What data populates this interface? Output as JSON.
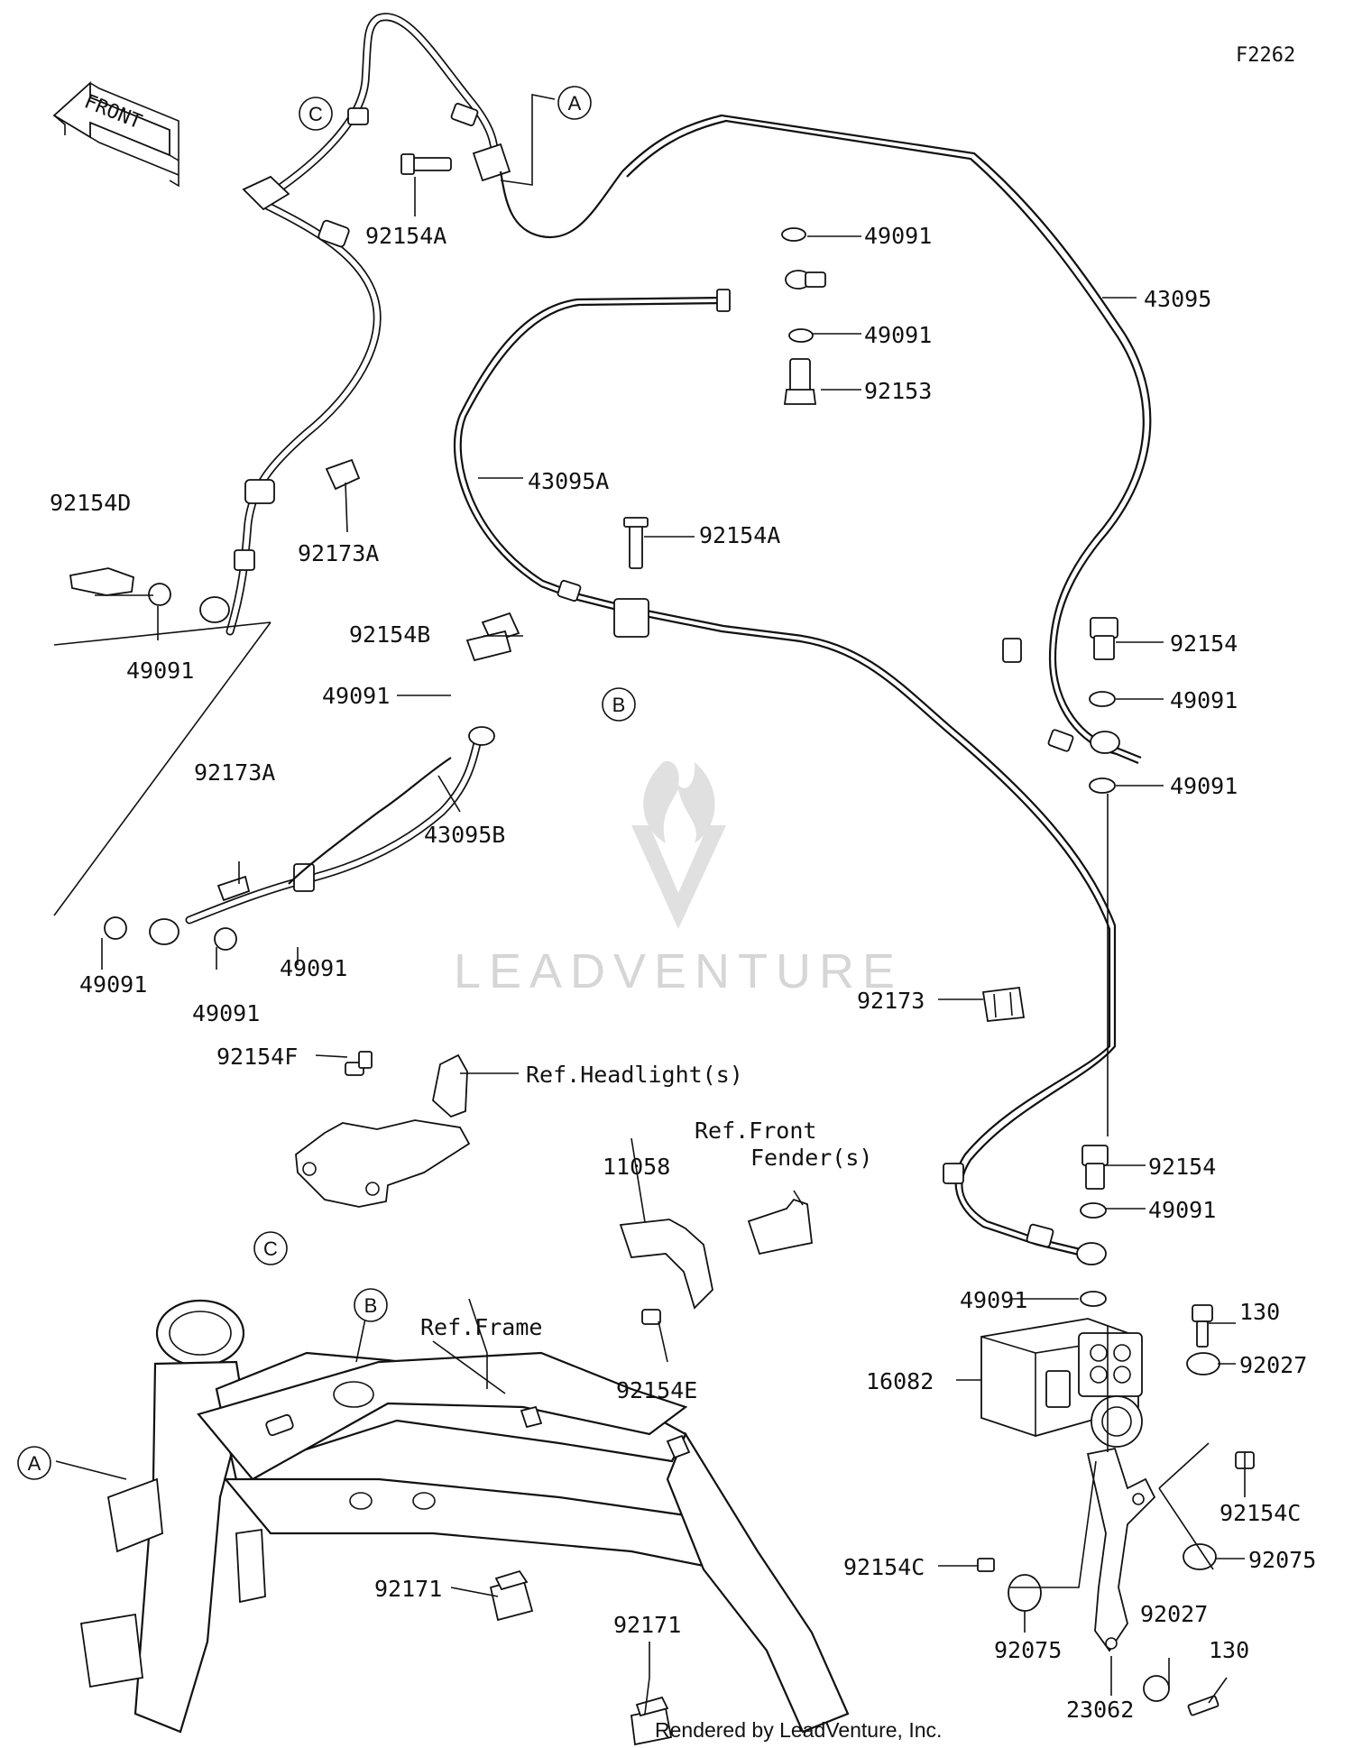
{
  "diagram_code": "F2262",
  "front_label": "FRONT",
  "watermark": "LEADVENTURE",
  "footer": "Rendered by LeadVenture, Inc.",
  "callouts": {
    "a_top": "A",
    "c_top": "C",
    "b_mid": "B",
    "c_bottom": "C",
    "b_frame": "B",
    "a_frame": "A"
  },
  "parts": {
    "p92154A_top": "92154A",
    "p49091_1": "49091",
    "p43095": "43095",
    "p49091_2": "49091",
    "p92153": "92153",
    "p43095A": "43095A",
    "p92154A_mid": "92154A",
    "p92173A_top": "92173A",
    "p92154D": "92154D",
    "p49091_left": "49091",
    "p92154B": "92154B",
    "p49091_b1": "49091",
    "p92173A_mid": "92173A",
    "p43095B": "43095B",
    "p49091_b2": "49091",
    "p49091_bl": "49091",
    "p49091_br": "49091",
    "p92154_r1": "92154",
    "p49091_r1": "49091",
    "p49091_r2": "49091",
    "p92173": "92173",
    "p92154F": "92154F",
    "ref_headlight": "Ref.Headlight(s)",
    "ref_front_1": "Ref.Front",
    "ref_front_2": "Fender(s)",
    "p11058": "11058",
    "p92154E": "92154E",
    "ref_frame": "Ref.Frame",
    "p92154_r2": "92154",
    "p49091_r3": "49091",
    "p49091_r4": "49091",
    "p130_top": "130",
    "p92027_top": "92027",
    "p16082": "16082",
    "p92154C_r": "92154C",
    "p92075_r": "92075",
    "p92154C_l": "92154C",
    "p92027_bot": "92027",
    "p130_bot": "130",
    "p92075_bot": "92075",
    "p23062": "23062",
    "p92171_l": "92171",
    "p92171_r": "92171"
  }
}
